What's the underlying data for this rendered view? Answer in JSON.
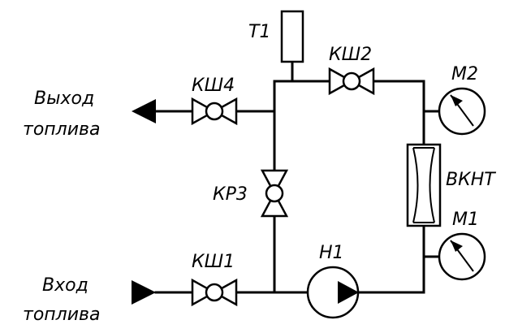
{
  "labels": {
    "t1": "Т1",
    "ksh2": "КШ2",
    "ksh4": "КШ4",
    "kr3": "КР3",
    "ksh1": "КШ1",
    "h1": "Н1",
    "m2": "М2",
    "m1": "М1",
    "vknt": "ВКНТ",
    "outlet_line1": "Выход",
    "outlet_line2": "топлива",
    "inlet_line1": "Вход",
    "inlet_line2": "топлива"
  },
  "colors": {
    "stroke": "#000000",
    "background": "#ffffff"
  }
}
